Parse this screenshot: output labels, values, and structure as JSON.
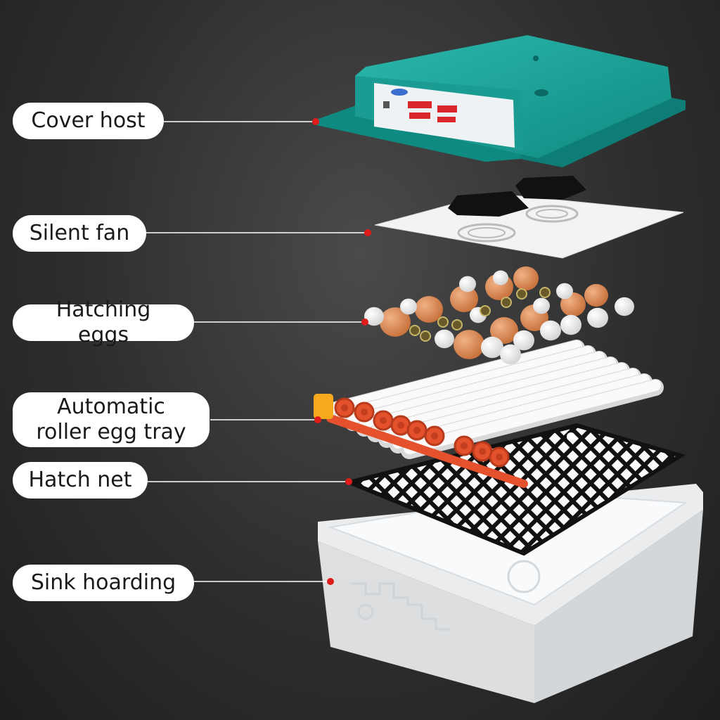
{
  "parts": [
    {
      "id": "cover",
      "label": "Cover host"
    },
    {
      "id": "fan",
      "label": "Silent fan"
    },
    {
      "id": "eggs",
      "label": "Hatching eggs"
    },
    {
      "id": "tray",
      "label": "Automatic\nroller egg tray"
    },
    {
      "id": "net",
      "label": "Hatch net"
    },
    {
      "id": "sink",
      "label": "Sink hoarding"
    }
  ],
  "colors": {
    "cover": "#1aa39a",
    "panel": "#eef2f5",
    "led": "#d8262c",
    "fan": "#111111",
    "egg_brown": "#d98c5a",
    "egg_white": "#f3f3f3",
    "roller": "#f4f4f4",
    "gear": "#e4512c",
    "net": "#111111",
    "sink": "#f2f4f6",
    "dot": "#e01b1b"
  }
}
